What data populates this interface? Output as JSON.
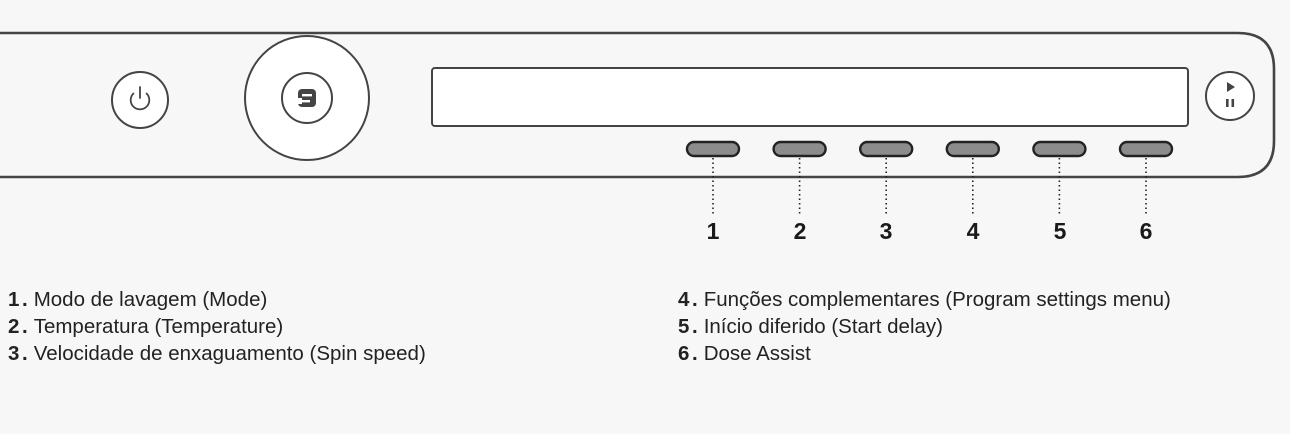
{
  "buttons": [
    {
      "number": "1",
      "description": "Modo de lavagem (Mode)"
    },
    {
      "number": "2",
      "description": "Temperatura (Temperature)"
    },
    {
      "number": "3",
      "description": "Velocidade de enxaguamento (Spin speed)"
    },
    {
      "number": "4",
      "description": "Funções complementares (Program settings menu)"
    },
    {
      "number": "5",
      "description": "Início diferido (Start delay)"
    },
    {
      "number": "6",
      "description": "Dose Assist"
    }
  ],
  "icons": {
    "power": "power-icon",
    "program_selector": "program-selector-icon",
    "start_pause": "play-pause-icon"
  },
  "colors": {
    "panel_stroke": "#444444",
    "button_fill": "#8c8c8c",
    "background": "#f7f7f7"
  }
}
